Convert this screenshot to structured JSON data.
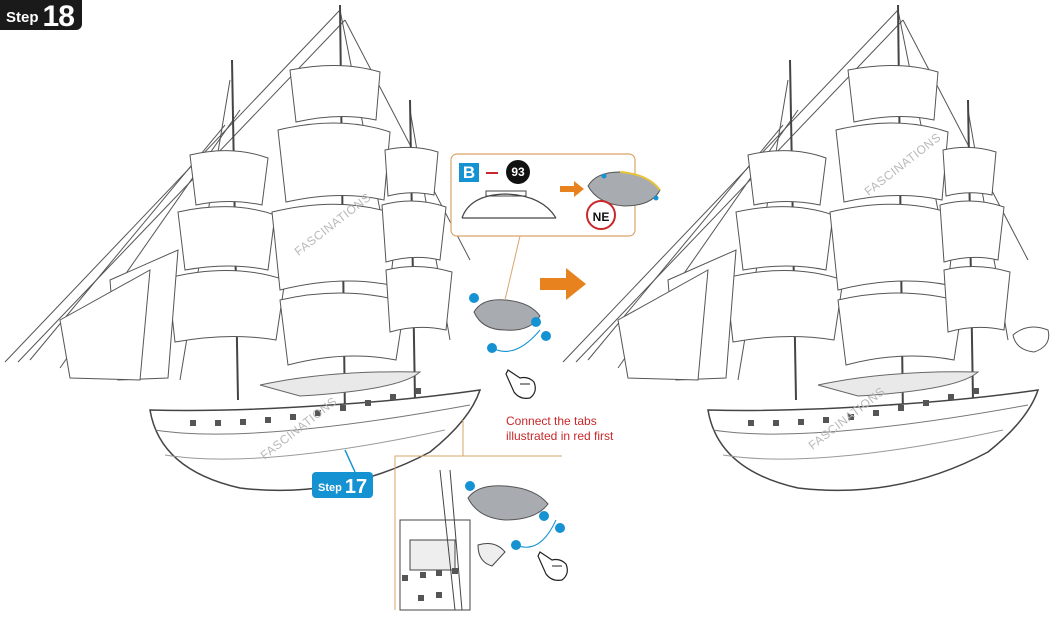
{
  "step": {
    "label": "Step",
    "number": "18"
  },
  "reference_step": {
    "label": "Step",
    "number": "17"
  },
  "inset": {
    "part_letter": "B",
    "part_number": "93",
    "connection_label": "NE"
  },
  "instruction": {
    "line1": "Connect the tabs",
    "line2": "illustrated in red first"
  },
  "watermark": "FASCINATIONS",
  "colors": {
    "badge_dark": "#1a1a1a",
    "accent_blue": "#1592d2",
    "arrow_orange": "#e8821e",
    "callout_red": "#c8282a",
    "inset_border": "#d9a56b",
    "part_gray": "#a8abb0"
  },
  "icons": [
    "pointing-hand-icon",
    "orange-arrow-icon",
    "connection-dot-icon"
  ]
}
